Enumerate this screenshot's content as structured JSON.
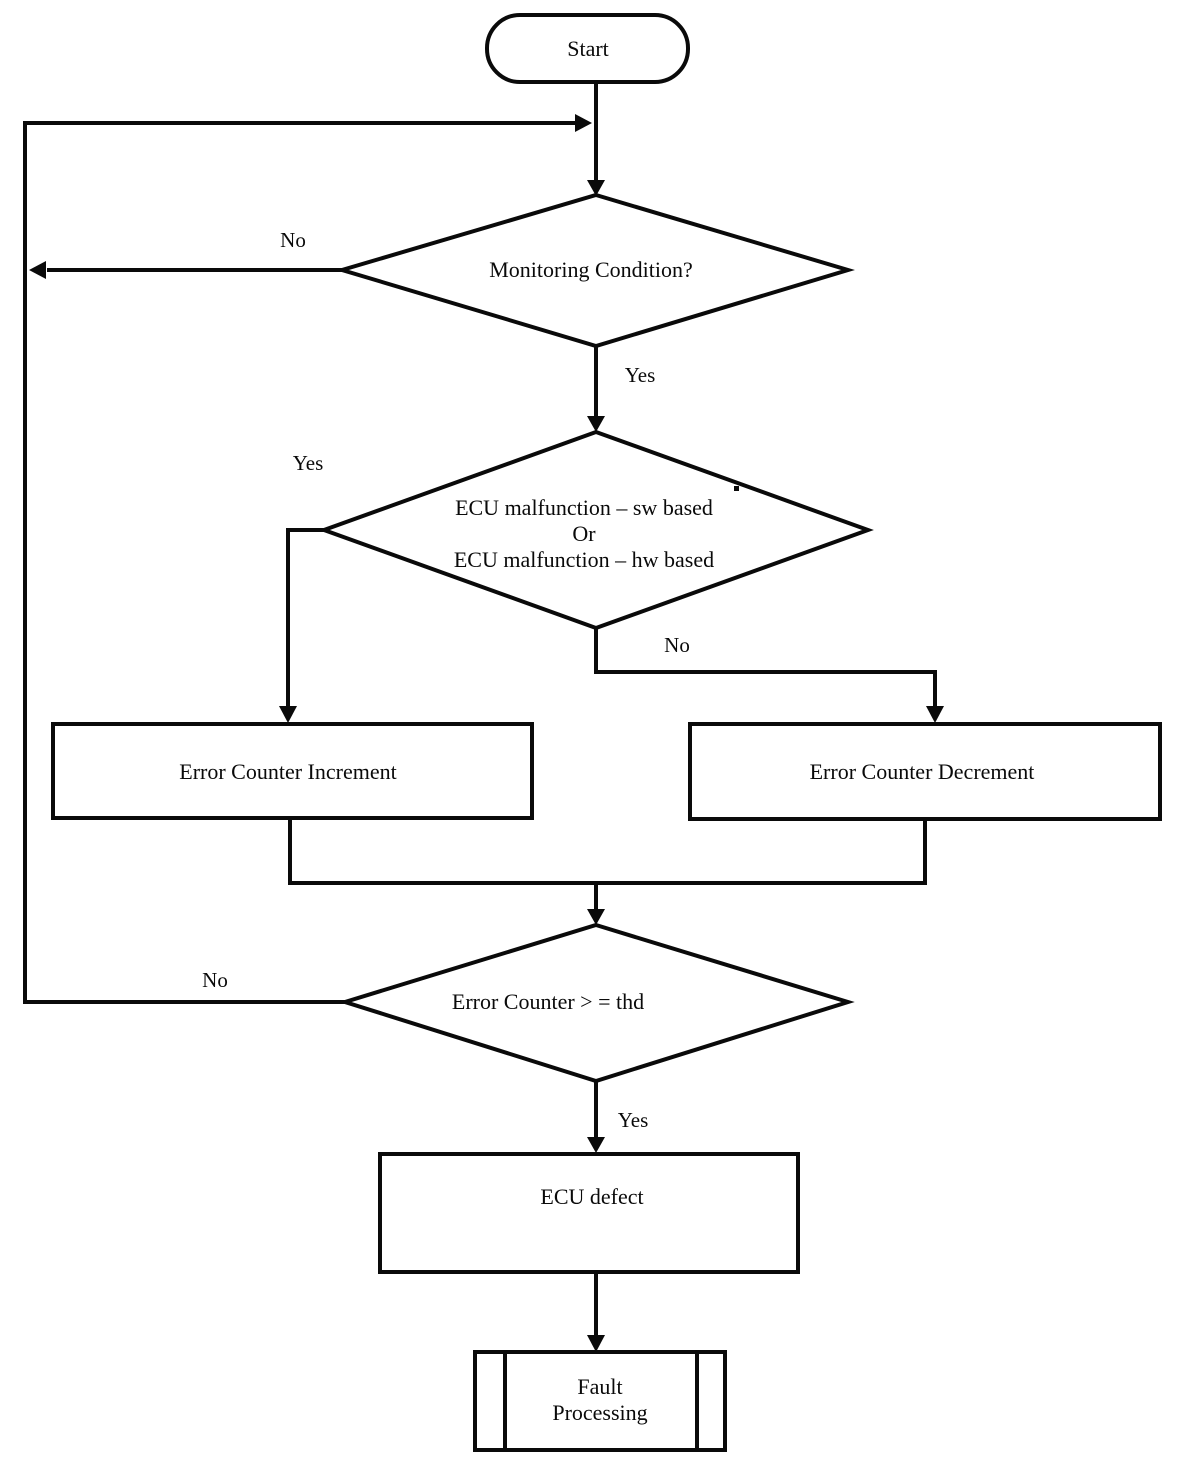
{
  "diagram": {
    "type": "flowchart",
    "background": "#ffffff",
    "line_color": "#000000"
  },
  "nodes": {
    "start": "Start",
    "monitoring": "Monitoring Condition?",
    "malfunction_line1": "ECU malfunction – sw based",
    "malfunction_line2": "Or",
    "malfunction_line3": "ECU malfunction – hw based",
    "increment": "Error Counter Increment",
    "decrement": "Error Counter Decrement",
    "threshold": "Error Counter > = thd",
    "defect": "ECU defect",
    "fault_line1": "Fault",
    "fault_line2": "Processing"
  },
  "edge_labels": {
    "monitoring_no": "No",
    "monitoring_yes": "Yes",
    "malfunction_yes": "Yes",
    "malfunction_no": "No",
    "threshold_no": "No",
    "threshold_yes": "Yes"
  }
}
